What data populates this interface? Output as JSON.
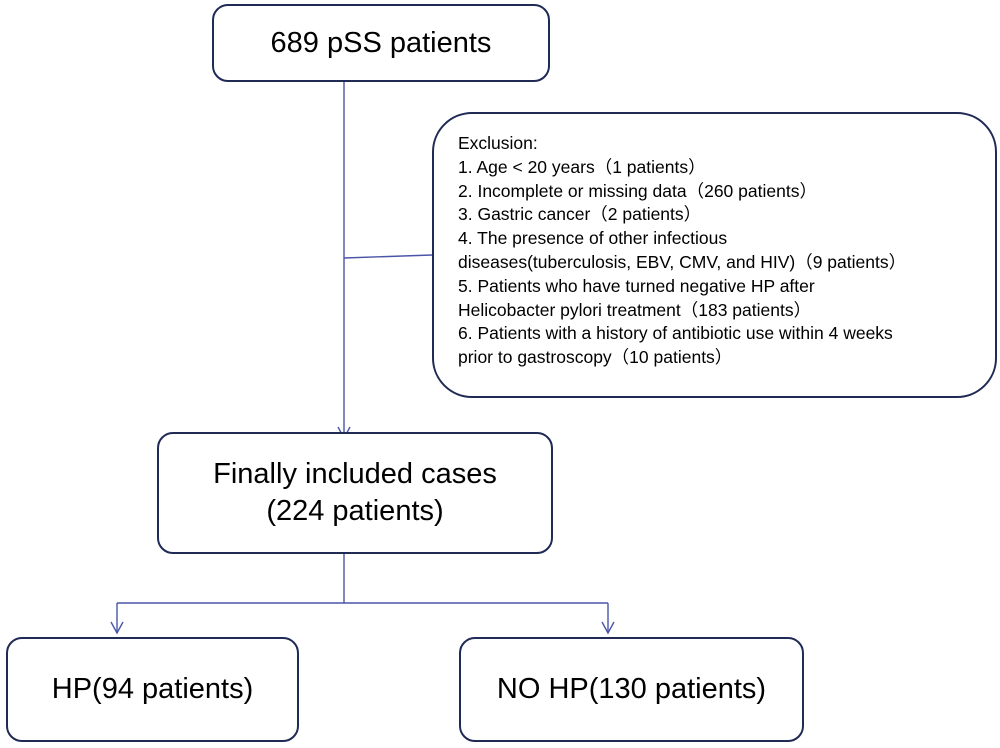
{
  "nodes": {
    "start": "689 pSS patients",
    "exclusion": {
      "heading": "Exclusion:",
      "lines": [
        "1. Age < 20 years（1 patients）",
        "2. Incomplete or missing data（260 patients）",
        "3. Gastric cancer（2 patients）",
        "4. The presence of other infectious",
        "diseases(tuberculosis, EBV, CMV, and HIV)（9 patients）",
        "5. Patients who have turned negative HP after",
        "Helicobacter pylori treatment（183 patients）",
        "6. Patients with a history of antibiotic use within 4 weeks",
        "prior to gastroscopy（10 patients）"
      ]
    },
    "final": {
      "line1": "Finally included cases",
      "line2": "(224 patients)"
    },
    "hp": "HP(94 patients)",
    "no_hp": "NO HP(130 patients)"
  },
  "colors": {
    "box_border": "#1f2a55",
    "connector": "#4a55a8"
  }
}
